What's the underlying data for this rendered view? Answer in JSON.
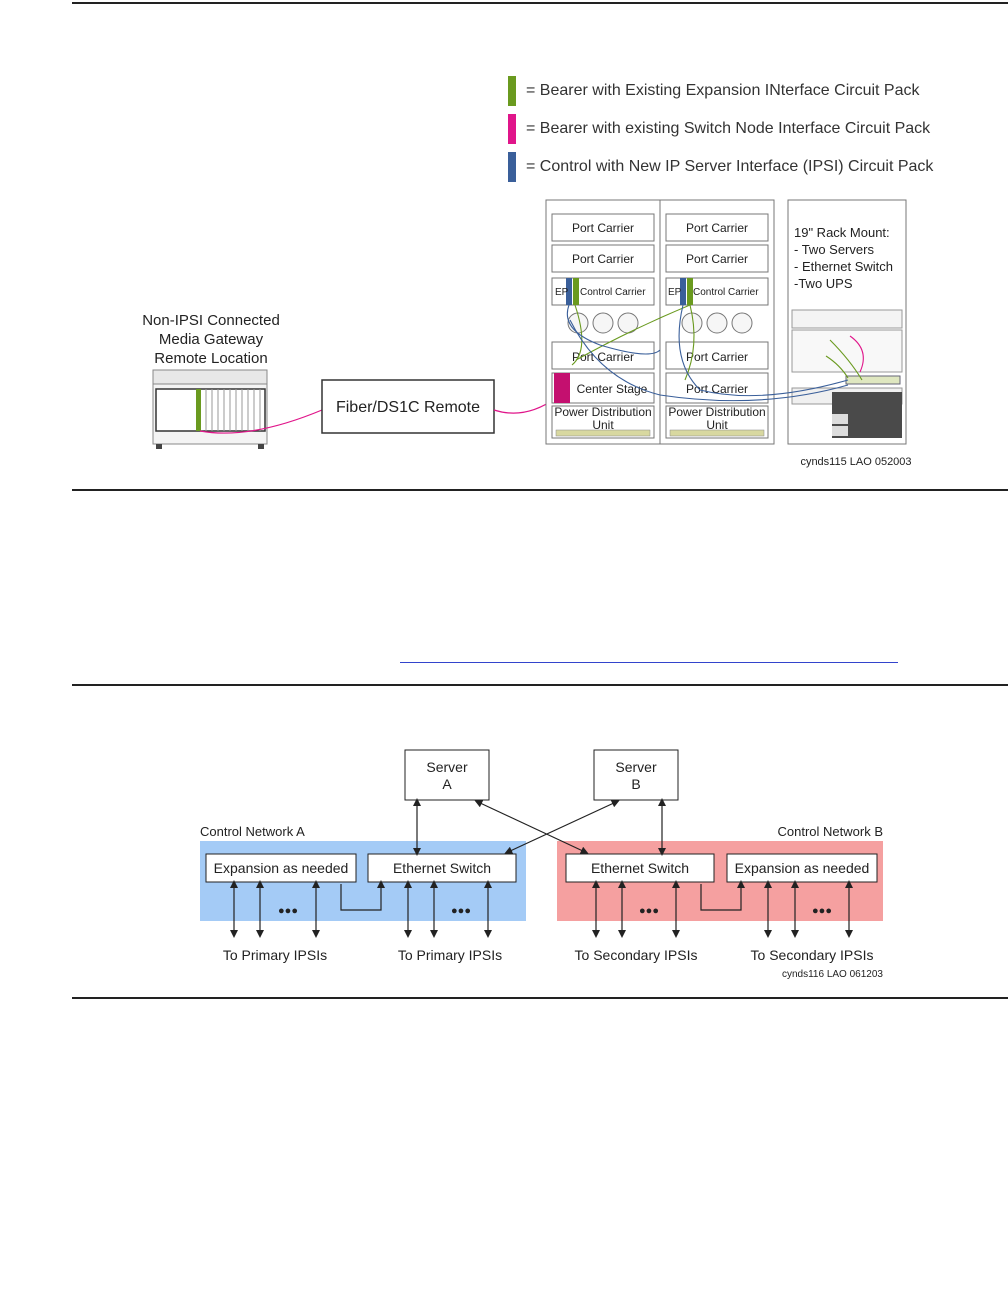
{
  "figure1": {
    "legend": [
      {
        "color": "#6a9a1f",
        "text": "= Bearer with Existing Expansion INterface Circuit Pack"
      },
      {
        "color": "#e0158a",
        "text": "= Bearer with existing Switch Node Interface Circuit Pack"
      },
      {
        "color": "#3a5f9a",
        "text": "= Control with New IP Server Interface (IPSI) Circuit Pack"
      }
    ],
    "gateway_label": [
      "Non-IPSI Connected",
      "Media Gateway",
      "Remote Location"
    ],
    "fiber_box": "Fiber/DS1C Remote",
    "cabinet_left": {
      "port1": "Port Carrier",
      "port2": "Port Carrier",
      "ep": "EP",
      "control": "Control Carrier",
      "port3": "Port Carrier",
      "center": "Center Stage",
      "power": [
        "Power Distribution",
        "Unit"
      ]
    },
    "cabinet_right": {
      "port1": "Port Carrier",
      "port2": "Port Carrier",
      "ep": "EP",
      "control": "Control Carrier",
      "port3": "Port Carrier",
      "port4": "Port Carrier",
      "power": [
        "Power Distribution",
        "Unit"
      ]
    },
    "rack_label": [
      "19\" Rack Mount:",
      "- Two Servers",
      "- Ethernet Switch",
      "-Two UPS"
    ],
    "caption": "cynds115 LAO  052003"
  },
  "figure2": {
    "server_a": [
      "Server",
      "A"
    ],
    "server_b": [
      "Server",
      "B"
    ],
    "network_a": "Control Network A",
    "network_b": "Control Network B",
    "expansion_a": "Expansion as needed",
    "switch_a": "Ethernet Switch",
    "switch_b": "Ethernet Switch",
    "expansion_b": "Expansion as needed",
    "dots": "●●●",
    "bottom_labels": [
      "To Primary IPSIs",
      "To Primary IPSIs",
      "To Secondary IPSIs",
      "To Secondary IPSIs"
    ],
    "caption": "cynds116 LAO 061203"
  },
  "colors": {
    "green": "#6a9a1f",
    "magenta": "#e0158a",
    "blue": "#3a5f9a",
    "network_a_bg": "#a4cbf6",
    "network_b_bg": "#f5a0a0"
  }
}
